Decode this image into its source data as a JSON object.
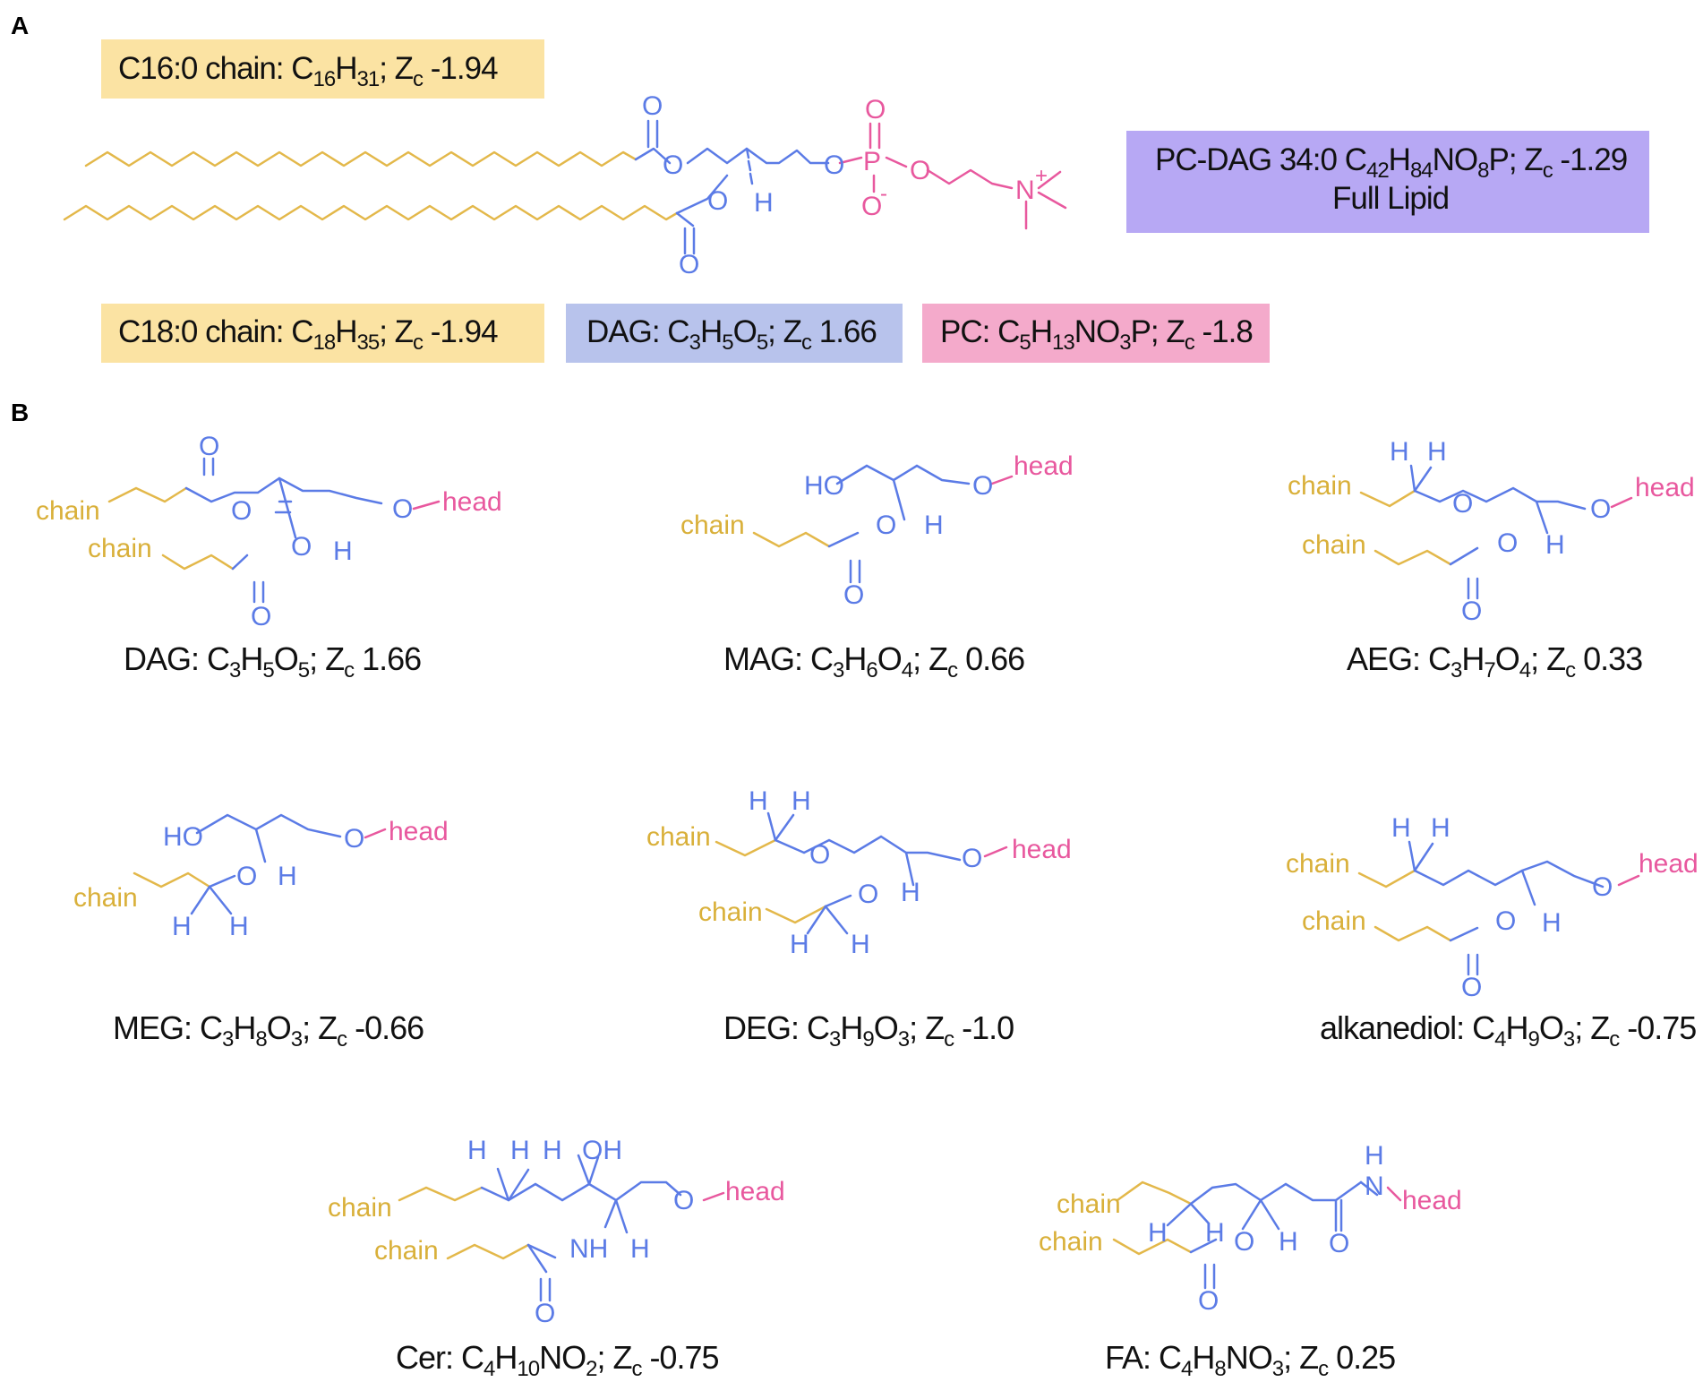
{
  "panels": {
    "a": "A",
    "b": "B"
  },
  "colors": {
    "chain": "#E3B84A",
    "glycerol": "#5B7BE6",
    "head": "#E8589E",
    "chain_box": "#FBE3A3",
    "dag_box": "#B8C3EC",
    "pc_box": "#F4AACB",
    "full_box": "#B7A8F4"
  },
  "atoms": {
    "o": "O",
    "p": "P",
    "n": "N",
    "h": "H",
    "ho": "HO",
    "oh": "OH",
    "nh": "NH",
    "o_minus": "O",
    "minus": "-",
    "plus": "+"
  },
  "labels": {
    "chain": "chain",
    "head": "head"
  },
  "panel_a": {
    "c16": {
      "pre": "C16:0 chain: C",
      "s1": "16",
      "m1": "H",
      "s2": "31",
      "post": ";  Z",
      "eps": "c",
      "val": " -1.94"
    },
    "c18": {
      "pre": "C18:0 chain: C",
      "s1": "18",
      "m1": "H",
      "s2": "35",
      "post": ";  Z",
      "eps": "c",
      "val": " -1.94"
    },
    "dag": {
      "pre": "DAG: C",
      "s1": "3",
      "m1": "H",
      "s2": "5",
      "m2": "O",
      "s3": "5",
      "post": "; Z",
      "eps": "c",
      "val": " 1.66"
    },
    "pc": {
      "pre": "PC: C",
      "s1": "5",
      "m1": "H",
      "s2": "13",
      "m2": "NO",
      "s3": "3",
      "m3": "P; Z",
      "eps": "c",
      "val": " -1.8"
    },
    "full": {
      "pre": "PC-DAG 34:0  C",
      "s1": "42",
      "m1": "H",
      "s2": "84",
      "m2": "NO",
      "s3": "8",
      "m3": "P;  Z",
      "eps": "c",
      "val": " -1.29",
      "line2": "Full Lipid"
    }
  },
  "panel_b": {
    "dag": {
      "name": "DAG: C",
      "s1": "3",
      "m1": "H",
      "s2": "5",
      "m2": "O",
      "s3": "5",
      "post": "; Z",
      "eps": "c",
      "val": " 1.66"
    },
    "mag": {
      "name": "MAG: C",
      "s1": "3",
      "m1": "H",
      "s2": "6",
      "m2": "O",
      "s3": "4",
      "post": "; Z",
      "eps": "c",
      "val": " 0.66"
    },
    "aeg": {
      "name": "AEG: C",
      "s1": "3",
      "m1": "H",
      "s2": "7",
      "m2": "O",
      "s3": "4",
      "post": "; Z",
      "eps": "c",
      "val": " 0.33"
    },
    "meg": {
      "name": "MEG: C",
      "s1": "3",
      "m1": "H",
      "s2": "8",
      "m2": "O",
      "s3": "3",
      "post": "; Z",
      "eps": "c",
      "val": " -0.66"
    },
    "deg": {
      "name": "DEG: C",
      "s1": "3",
      "m1": "H",
      "s2": "9",
      "m2": "O",
      "s3": "3",
      "post": "; Z",
      "eps": "c",
      "val": " -1.0"
    },
    "alk": {
      "name": "alkanediol: C",
      "s1": "4",
      "m1": "H",
      "s2": "9",
      "m2": "O",
      "s3": "3",
      "post": "; Z",
      "eps": "c",
      "val": " -0.75"
    },
    "cer": {
      "name": "Cer: C",
      "s1": "4",
      "m1": "H",
      "s2": "10",
      "m2": "NO",
      "s3": "2",
      "post": "; Z",
      "eps": "c",
      "val": " -0.75"
    },
    "fa": {
      "name": "FA: C",
      "s1": "4",
      "m1": "H",
      "s2": "8",
      "m2": "NO",
      "s3": "3",
      "post": "; Z",
      "eps": "c",
      "val": " 0.25"
    }
  }
}
